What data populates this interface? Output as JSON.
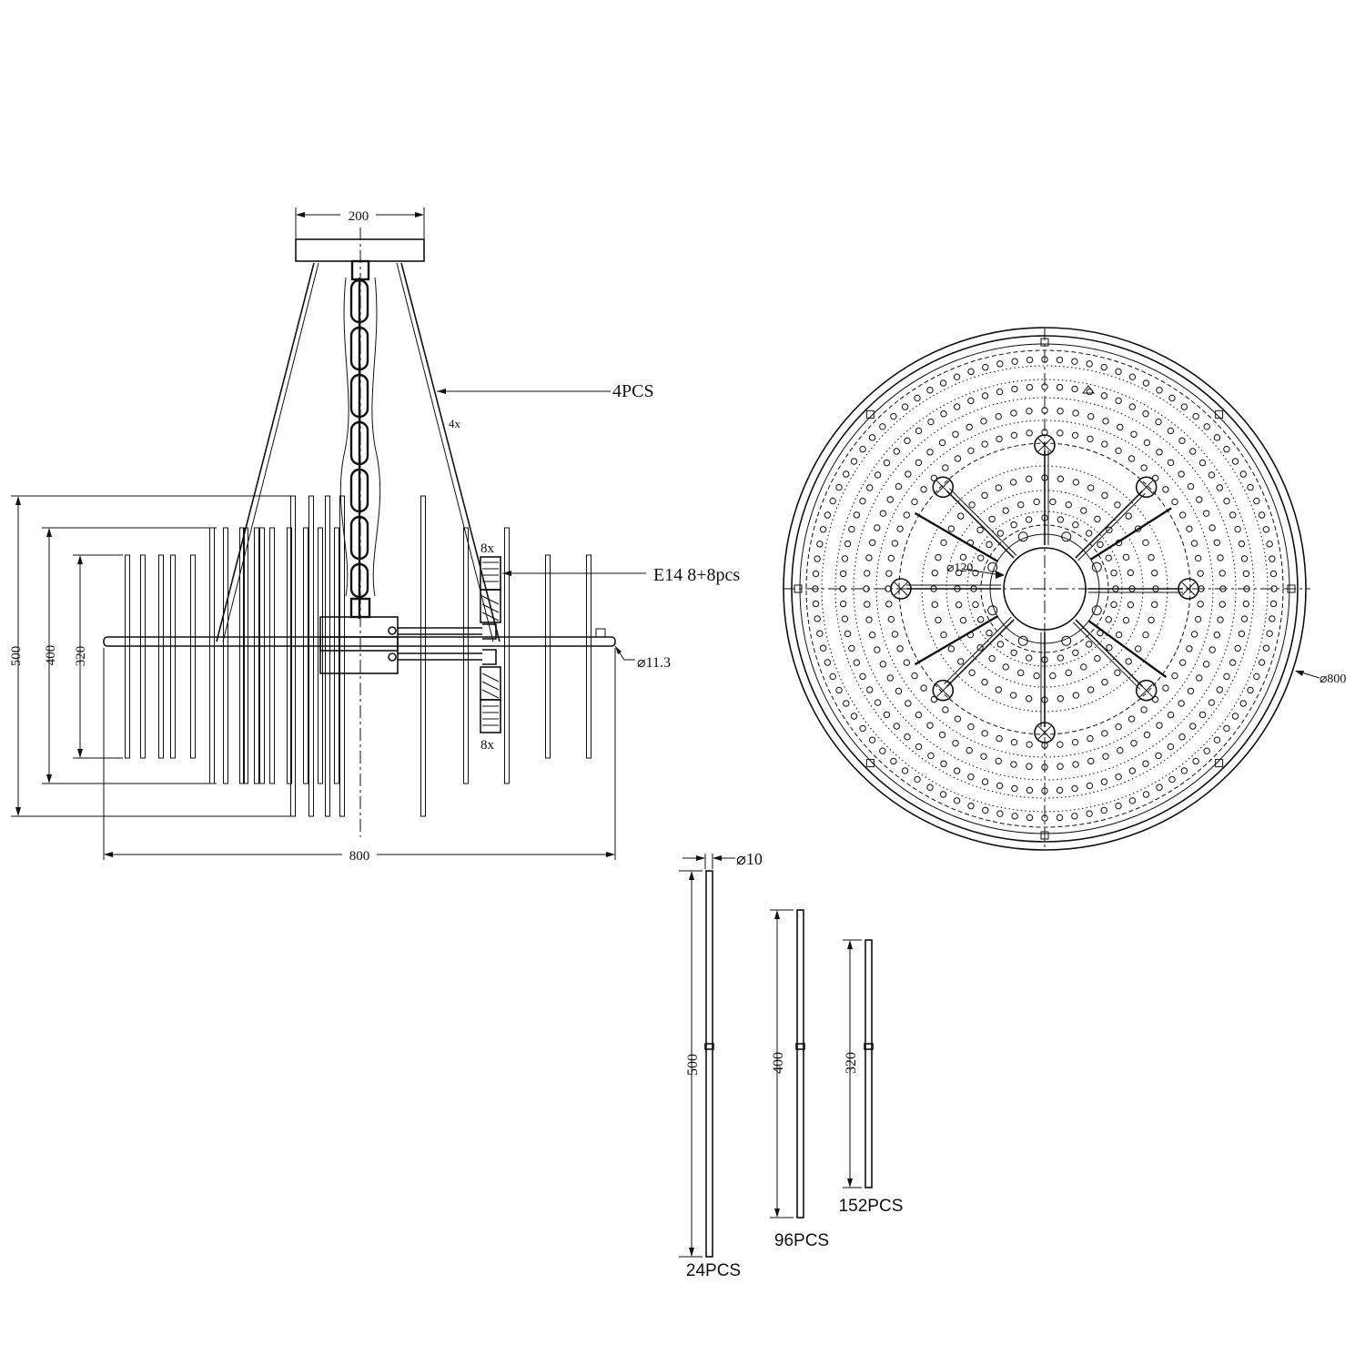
{
  "side_view": {
    "canopy_width": "200",
    "cables_label": "4PCS",
    "cables_count": "4x",
    "bulb_top_count": "8x",
    "bulb_bottom_count": "8x",
    "socket_label": "E14  8+8pcs",
    "ring_tube_diameter": "⌀11.3",
    "height_500": "500",
    "height_400": "400",
    "height_320": "320",
    "overall_width": "800"
  },
  "plan_view": {
    "hub_diameter": "⌀120",
    "outer_diameter": "⌀800",
    "arm_count": 8
  },
  "rods": {
    "rod_diameter": "⌀10",
    "items": [
      {
        "length": "500",
        "quantity": "24PCS"
      },
      {
        "length": "400",
        "quantity": "96PCS"
      },
      {
        "length": "320",
        "quantity": "152PCS"
      }
    ]
  }
}
